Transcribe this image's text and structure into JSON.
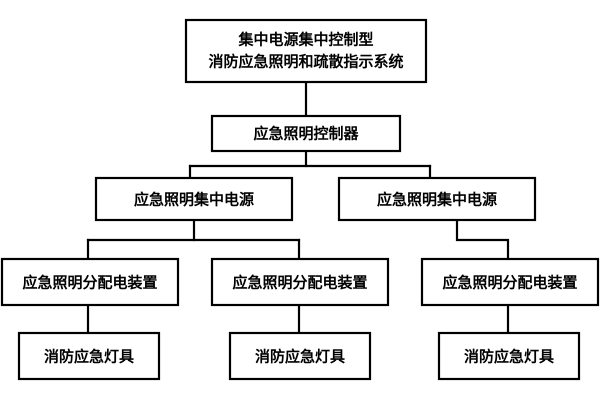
{
  "diagram": {
    "title": "集中电源集中控制型消防应急照明和疏散指示系统",
    "type": "hierarchy-block-diagram",
    "background_color": "#ffffff",
    "line_color": "#000000",
    "box_fill": "#ffffff",
    "levels": [
      {
        "level": 1,
        "nodes": [
          {
            "id": "system",
            "line1": "集中电源集中控制型",
            "line2": "消防应急照明和疏散指示系统"
          }
        ]
      },
      {
        "level": 2,
        "nodes": [
          {
            "id": "controller",
            "line1": "应急照明控制器"
          }
        ]
      },
      {
        "level": 3,
        "nodes": [
          {
            "id": "power-left",
            "line1": "应急照明集中电源"
          },
          {
            "id": "power-right",
            "line1": "应急照明集中电源"
          }
        ]
      },
      {
        "level": 4,
        "nodes": [
          {
            "id": "distribution-left",
            "line1": "应急照明分配电装置"
          },
          {
            "id": "distribution-center",
            "line1": "应急照明分配电装置"
          },
          {
            "id": "distribution-right",
            "line1": "应急照明分配电装置"
          }
        ]
      },
      {
        "level": 5,
        "nodes": [
          {
            "id": "lamp-left",
            "line1": "消防应急灯具"
          },
          {
            "id": "lamp-center",
            "line1": "消防应急灯具"
          },
          {
            "id": "lamp-right",
            "line1": "消防应急灯具"
          }
        ]
      }
    ]
  }
}
